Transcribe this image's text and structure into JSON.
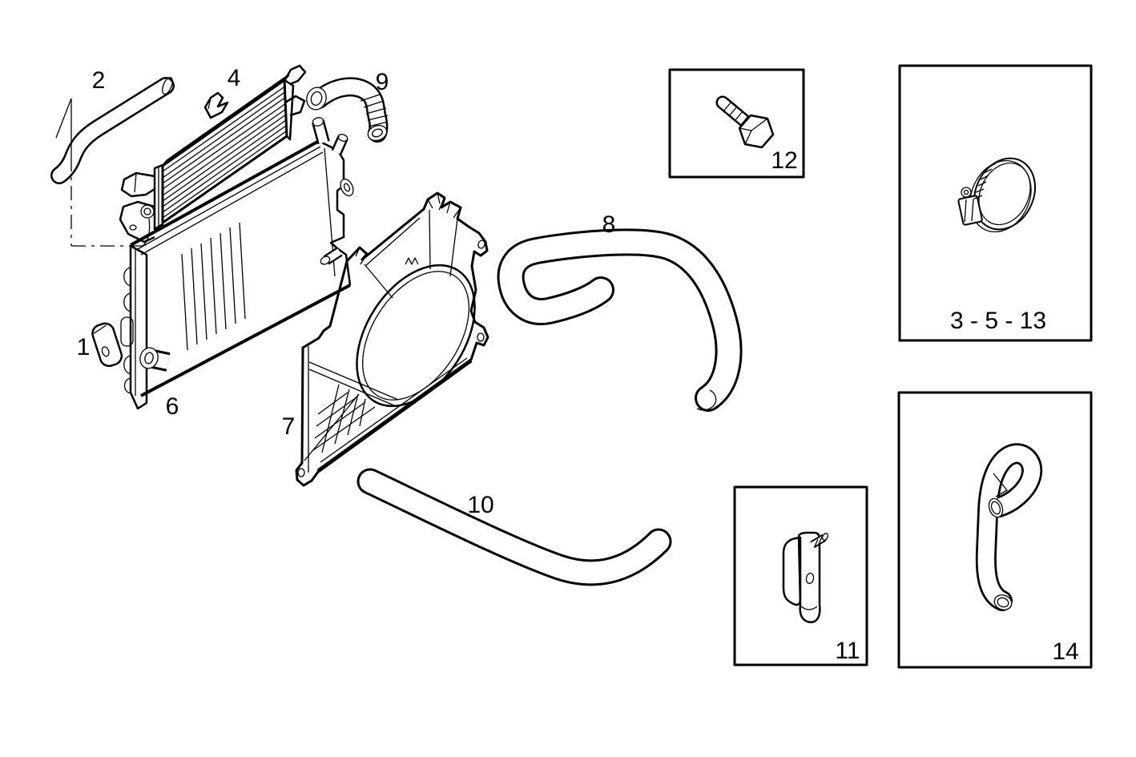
{
  "canvas": {
    "background_color": "#ffffff",
    "line_color": "#000000",
    "label_color": "#000000"
  },
  "labels": {
    "part_1": "1",
    "part_2": "2",
    "part_4": "4",
    "part_6": "6",
    "part_7": "7",
    "part_8": "8",
    "part_9": "9",
    "part_10": "10",
    "part_11": "11",
    "part_12": "12",
    "part_14": "14",
    "clamp_group": "3 - 5 - 13"
  }
}
